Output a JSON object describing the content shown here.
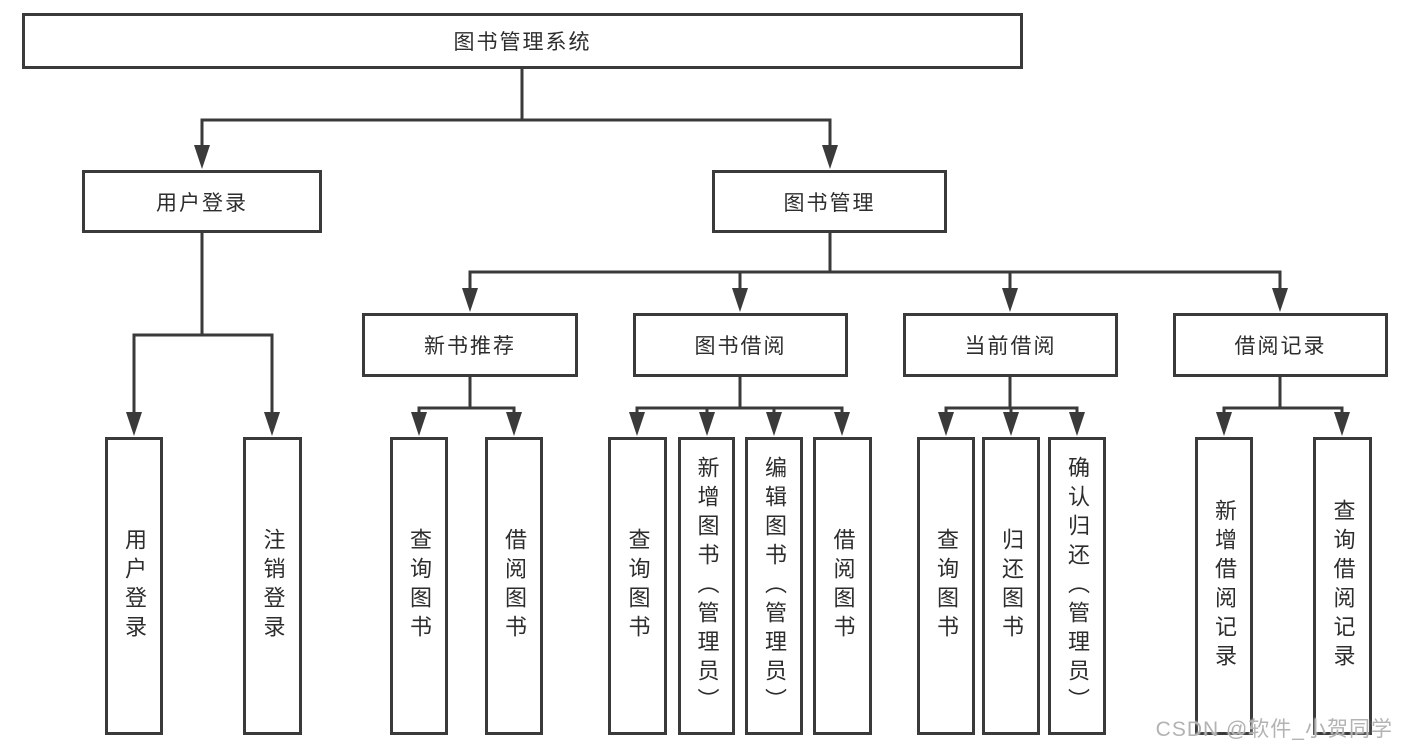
{
  "diagram": {
    "watermark": "CSDN @软件_小贺同学",
    "colors": {
      "line": "#3a3a3a",
      "text": "#2d2d2d",
      "watermark": "#b3b3b3",
      "background": "#ffffff"
    },
    "tree": {
      "label": "图书管理系统",
      "children": [
        {
          "label": "用户登录",
          "children": [
            {
              "label": "用户登录"
            },
            {
              "label": "注销登录"
            }
          ]
        },
        {
          "label": "图书管理",
          "children": [
            {
              "label": "新书推荐",
              "children": [
                {
                  "label": "查询图书"
                },
                {
                  "label": "借阅图书"
                }
              ]
            },
            {
              "label": "图书借阅",
              "children": [
                {
                  "label": "查询图书"
                },
                {
                  "label": "新增图书（管理员）"
                },
                {
                  "label": "编辑图书（管理员）"
                },
                {
                  "label": "借阅图书"
                }
              ]
            },
            {
              "label": "当前借阅",
              "children": [
                {
                  "label": "查询图书"
                },
                {
                  "label": "归还图书"
                },
                {
                  "label": "确认归还（管理员）"
                }
              ]
            },
            {
              "label": "借阅记录",
              "children": [
                {
                  "label": "新增借阅记录"
                },
                {
                  "label": "查询借阅记录"
                }
              ]
            }
          ]
        }
      ]
    }
  }
}
